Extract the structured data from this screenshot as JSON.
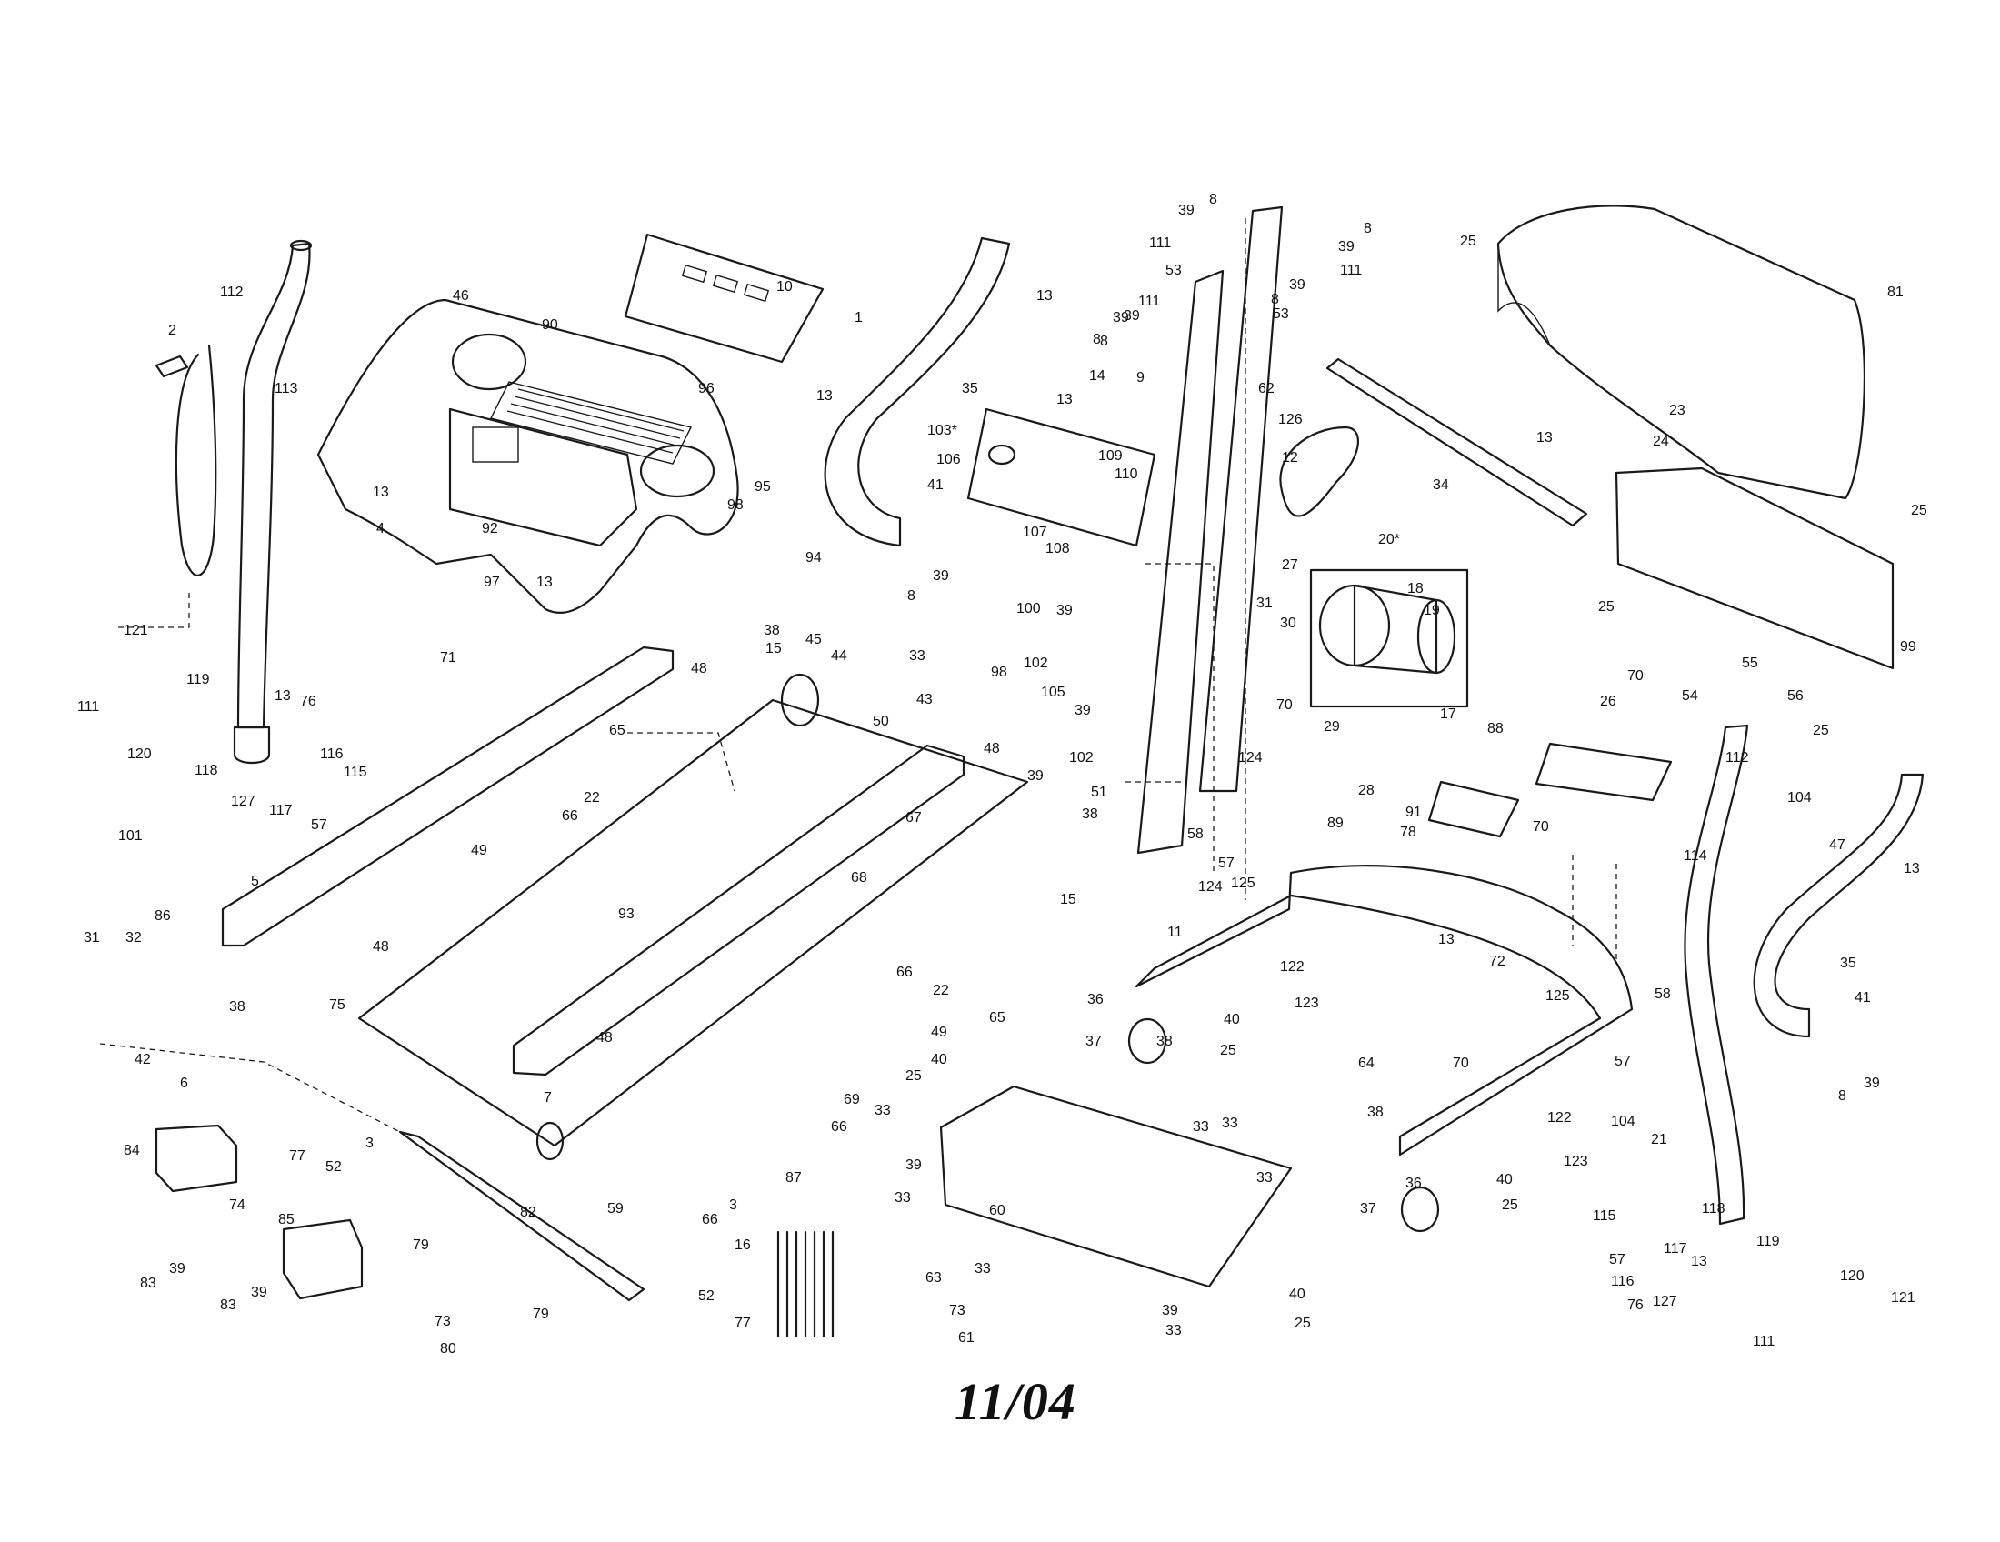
{
  "date_stamp": "11/04",
  "callouts": [
    {
      "id": "c1",
      "text": "112"
    },
    {
      "id": "c2",
      "text": "113"
    },
    {
      "id": "c3",
      "text": "2"
    },
    {
      "id": "c4",
      "text": "46"
    },
    {
      "id": "c5",
      "text": "90"
    },
    {
      "id": "c6",
      "text": "10"
    },
    {
      "id": "c7",
      "text": "96"
    },
    {
      "id": "c8",
      "text": "13"
    },
    {
      "id": "c9",
      "text": "95"
    },
    {
      "id": "c10",
      "text": "13"
    },
    {
      "id": "c11",
      "text": "4"
    },
    {
      "id": "c12",
      "text": "92"
    },
    {
      "id": "c13",
      "text": "97"
    },
    {
      "id": "c14",
      "text": "13"
    },
    {
      "id": "c15",
      "text": "121"
    },
    {
      "id": "c16",
      "text": "111"
    },
    {
      "id": "c17",
      "text": "120"
    },
    {
      "id": "c18",
      "text": "119"
    },
    {
      "id": "c19",
      "text": "118"
    },
    {
      "id": "c20",
      "text": "13"
    },
    {
      "id": "c21",
      "text": "127"
    },
    {
      "id": "c22",
      "text": "117"
    },
    {
      "id": "c23",
      "text": "76"
    },
    {
      "id": "c24",
      "text": "116"
    },
    {
      "id": "c25",
      "text": "57"
    },
    {
      "id": "c26",
      "text": "115"
    },
    {
      "id": "c27",
      "text": "71"
    },
    {
      "id": "c28",
      "text": "98"
    },
    {
      "id": "c29",
      "text": "94"
    },
    {
      "id": "c30",
      "text": "1"
    },
    {
      "id": "c31",
      "text": "13"
    },
    {
      "id": "c32",
      "text": "35"
    },
    {
      "id": "c33",
      "text": "103*"
    },
    {
      "id": "c34",
      "text": "106"
    },
    {
      "id": "c35",
      "text": "13"
    },
    {
      "id": "c36",
      "text": "14"
    },
    {
      "id": "c37",
      "text": "109"
    },
    {
      "id": "c38",
      "text": "110"
    },
    {
      "id": "c39",
      "text": "107"
    },
    {
      "id": "c40",
      "text": "108"
    },
    {
      "id": "c41",
      "text": "41"
    },
    {
      "id": "c42",
      "text": "8"
    },
    {
      "id": "c43",
      "text": "39"
    },
    {
      "id": "c44",
      "text": "100"
    },
    {
      "id": "c45",
      "text": "48"
    },
    {
      "id": "c46",
      "text": "15"
    },
    {
      "id": "c47",
      "text": "38"
    },
    {
      "id": "c48",
      "text": "45"
    },
    {
      "id": "c49",
      "text": "44"
    },
    {
      "id": "c50",
      "text": "33"
    },
    {
      "id": "c51",
      "text": "43"
    },
    {
      "id": "c52",
      "text": "50"
    },
    {
      "id": "c53",
      "text": "98"
    },
    {
      "id": "c54",
      "text": "105"
    },
    {
      "id": "c55",
      "text": "65"
    },
    {
      "id": "c56",
      "text": "22"
    },
    {
      "id": "c57",
      "text": "66"
    },
    {
      "id": "c58",
      "text": "49"
    },
    {
      "id": "c59",
      "text": "101"
    },
    {
      "id": "c60",
      "text": "5"
    },
    {
      "id": "c61",
      "text": "67"
    },
    {
      "id": "c62",
      "text": "48"
    },
    {
      "id": "c63",
      "text": "39"
    },
    {
      "id": "c64",
      "text": "51"
    },
    {
      "id": "c65",
      "text": "38"
    },
    {
      "id": "c66",
      "text": "15"
    },
    {
      "id": "c67",
      "text": "68"
    },
    {
      "id": "c68",
      "text": "93"
    },
    {
      "id": "c69",
      "text": "48"
    },
    {
      "id": "c70",
      "text": "31"
    },
    {
      "id": "c71",
      "text": "32"
    },
    {
      "id": "c72",
      "text": "86"
    },
    {
      "id": "c73",
      "text": "38"
    },
    {
      "id": "c74",
      "text": "42"
    },
    {
      "id": "c75",
      "text": "6"
    },
    {
      "id": "c76",
      "text": "75"
    },
    {
      "id": "c77",
      "text": "22"
    },
    {
      "id": "c78",
      "text": "65"
    },
    {
      "id": "c79",
      "text": "66"
    },
    {
      "id": "c80",
      "text": "49"
    },
    {
      "id": "c81",
      "text": "48"
    },
    {
      "id": "c82",
      "text": "7"
    },
    {
      "id": "c83",
      "text": "25"
    },
    {
      "id": "c84",
      "text": "40"
    },
    {
      "id": "c85",
      "text": "69"
    },
    {
      "id": "c86",
      "text": "66"
    },
    {
      "id": "c87",
      "text": "33"
    },
    {
      "id": "c88",
      "text": "33"
    },
    {
      "id": "c89",
      "text": "84"
    },
    {
      "id": "c90",
      "text": "77"
    },
    {
      "id": "c91",
      "text": "3"
    },
    {
      "id": "c92",
      "text": "52"
    },
    {
      "id": "c93",
      "text": "82"
    },
    {
      "id": "c94",
      "text": "87"
    },
    {
      "id": "c95",
      "text": "3"
    },
    {
      "id": "c96",
      "text": "59"
    },
    {
      "id": "c97",
      "text": "66"
    },
    {
      "id": "c98",
      "text": "39"
    },
    {
      "id": "c99",
      "text": "33"
    },
    {
      "id": "c100",
      "text": "60"
    },
    {
      "id": "c101",
      "text": "33"
    },
    {
      "id": "c102",
      "text": "74"
    },
    {
      "id": "c103",
      "text": "83"
    },
    {
      "id": "c104",
      "text": "39"
    },
    {
      "id": "c105",
      "text": "79"
    },
    {
      "id": "c106",
      "text": "85"
    },
    {
      "id": "c107",
      "text": "16"
    },
    {
      "id": "c108",
      "text": "63"
    },
    {
      "id": "c109",
      "text": "83"
    },
    {
      "id": "c110",
      "text": "39"
    },
    {
      "id": "c111",
      "text": "73"
    },
    {
      "id": "c112",
      "text": "80"
    },
    {
      "id": "c113",
      "text": "79"
    },
    {
      "id": "c114",
      "text": "52"
    },
    {
      "id": "c115",
      "text": "77"
    },
    {
      "id": "c116",
      "text": "73"
    },
    {
      "id": "c117",
      "text": "61"
    },
    {
      "id": "c118",
      "text": "33"
    },
    {
      "id": "c119",
      "text": "39"
    },
    {
      "id": "c120",
      "text": "40"
    },
    {
      "id": "c121",
      "text": "33"
    },
    {
      "id": "c122",
      "text": "25"
    },
    {
      "id": "c123",
      "text": "33"
    },
    {
      "id": "c124",
      "text": "39"
    },
    {
      "id": "c125",
      "text": "8"
    },
    {
      "id": "c126",
      "text": "8"
    },
    {
      "id": "c127",
      "text": "39"
    },
    {
      "id": "c128",
      "text": "111"
    },
    {
      "id": "c129",
      "text": "53"
    },
    {
      "id": "c130",
      "text": "8"
    },
    {
      "id": "c131",
      "text": "39"
    },
    {
      "id": "c132",
      "text": "111"
    },
    {
      "id": "c133",
      "text": "8"
    },
    {
      "id": "c134",
      "text": "39"
    },
    {
      "id": "c135",
      "text": "53"
    },
    {
      "id": "c136",
      "text": "39"
    },
    {
      "id": "c137",
      "text": "111"
    },
    {
      "id": "c138",
      "text": "8"
    },
    {
      "id": "c139",
      "text": "9"
    },
    {
      "id": "c140",
      "text": "62"
    },
    {
      "id": "c141",
      "text": "126"
    },
    {
      "id": "c142",
      "text": "12"
    },
    {
      "id": "c143",
      "text": "20*"
    },
    {
      "id": "c144",
      "text": "27"
    },
    {
      "id": "c145",
      "text": "18"
    },
    {
      "id": "c146",
      "text": "31"
    },
    {
      "id": "c147",
      "text": "30"
    },
    {
      "id": "c148",
      "text": "19"
    },
    {
      "id": "c149",
      "text": "29"
    },
    {
      "id": "c150",
      "text": "17"
    },
    {
      "id": "c151",
      "text": "39"
    },
    {
      "id": "c152",
      "text": "102"
    },
    {
      "id": "c153",
      "text": "39"
    },
    {
      "id": "c154",
      "text": "102"
    },
    {
      "id": "c155",
      "text": "70"
    },
    {
      "id": "c156",
      "text": "124"
    },
    {
      "id": "c157",
      "text": "28"
    },
    {
      "id": "c158",
      "text": "89"
    },
    {
      "id": "c159",
      "text": "58"
    },
    {
      "id": "c160",
      "text": "57"
    },
    {
      "id": "c161",
      "text": "125"
    },
    {
      "id": "c162",
      "text": "124"
    },
    {
      "id": "c163",
      "text": "11"
    },
    {
      "id": "c164",
      "text": "36"
    },
    {
      "id": "c165",
      "text": "122"
    },
    {
      "id": "c166",
      "text": "123"
    },
    {
      "id": "c167",
      "text": "37"
    },
    {
      "id": "c168",
      "text": "38"
    },
    {
      "id": "c169",
      "text": "40"
    },
    {
      "id": "c170",
      "text": "25"
    },
    {
      "id": "c171",
      "text": "13"
    },
    {
      "id": "c172",
      "text": "72"
    },
    {
      "id": "c173",
      "text": "125"
    },
    {
      "id": "c174",
      "text": "64"
    },
    {
      "id": "c175",
      "text": "70"
    },
    {
      "id": "c176",
      "text": "38"
    },
    {
      "id": "c177",
      "text": "122"
    },
    {
      "id": "c178",
      "text": "123"
    },
    {
      "id": "c179",
      "text": "36"
    },
    {
      "id": "c180",
      "text": "40"
    },
    {
      "id": "c181",
      "text": "37"
    },
    {
      "id": "c182",
      "text": "25"
    },
    {
      "id": "c183",
      "text": "25"
    },
    {
      "id": "c184",
      "text": "81"
    },
    {
      "id": "c185",
      "text": "23"
    },
    {
      "id": "c186",
      "text": "13"
    },
    {
      "id": "c187",
      "text": "34"
    },
    {
      "id": "c188",
      "text": "24"
    },
    {
      "id": "c189",
      "text": "25"
    },
    {
      "id": "c190",
      "text": "25"
    },
    {
      "id": "c191",
      "text": "99"
    },
    {
      "id": "c192",
      "text": "54"
    },
    {
      "id": "c193",
      "text": "55"
    },
    {
      "id": "c194",
      "text": "56"
    },
    {
      "id": "c195",
      "text": "25"
    },
    {
      "id": "c196",
      "text": "70"
    },
    {
      "id": "c197",
      "text": "26"
    },
    {
      "id": "c198",
      "text": "88"
    },
    {
      "id": "c199",
      "text": "91"
    },
    {
      "id": "c200",
      "text": "78"
    },
    {
      "id": "c201",
      "text": "70"
    },
    {
      "id": "c202",
      "text": "112"
    },
    {
      "id": "c203",
      "text": "104"
    },
    {
      "id": "c204",
      "text": "47"
    },
    {
      "id": "c205",
      "text": "13"
    },
    {
      "id": "c206",
      "text": "114"
    },
    {
      "id": "c207",
      "text": "35"
    },
    {
      "id": "c208",
      "text": "41"
    },
    {
      "id": "c209",
      "text": "8"
    },
    {
      "id": "c210",
      "text": "39"
    },
    {
      "id": "c211",
      "text": "58"
    },
    {
      "id": "c212",
      "text": "57"
    },
    {
      "id": "c213",
      "text": "104"
    },
    {
      "id": "c214",
      "text": "21"
    },
    {
      "id": "c215",
      "text": "115"
    },
    {
      "id": "c216",
      "text": "118"
    },
    {
      "id": "c217",
      "text": "119"
    },
    {
      "id": "c218",
      "text": "57"
    },
    {
      "id": "c219",
      "text": "117"
    },
    {
      "id": "c220",
      "text": "116"
    },
    {
      "id": "c221",
      "text": "13"
    },
    {
      "id": "c222",
      "text": "76"
    },
    {
      "id": "c223",
      "text": "127"
    },
    {
      "id": "c224",
      "text": "120"
    },
    {
      "id": "c225",
      "text": "111"
    },
    {
      "id": "c226",
      "text": "121"
    }
  ]
}
